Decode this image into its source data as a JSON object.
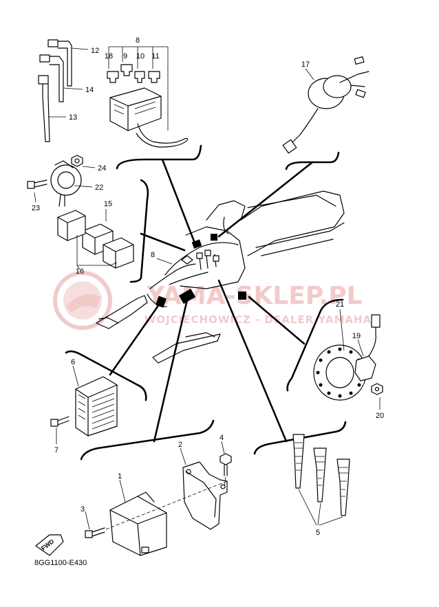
{
  "diagram": {
    "code": "8GG1100-E430",
    "direction_label": "FWD",
    "watermark": {
      "title": "YAMA-SKLEP.PL",
      "subtitle": "WOJCIECHOWICZ - DEALER YAMAHA",
      "color": "#e8a0a0"
    }
  },
  "callouts": [
    "1",
    "2",
    "3",
    "4",
    "5",
    "6",
    "7",
    "8",
    "8",
    "9",
    "10",
    "11",
    "12",
    "13",
    "14",
    "15",
    "16",
    "17",
    "18",
    "19",
    "20",
    "21",
    "22",
    "23",
    "24"
  ]
}
